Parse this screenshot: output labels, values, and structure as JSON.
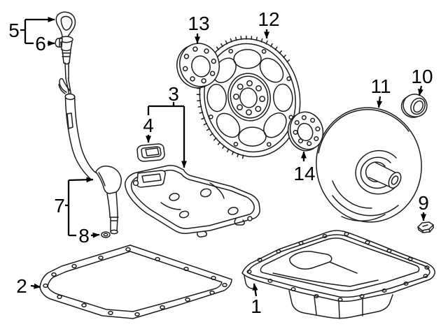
{
  "diagram": {
    "type": "auto-parts-exploded-diagram",
    "background": "#ffffff",
    "line_color": "#1d1d1d",
    "label_color": "#000000",
    "callouts": [
      {
        "label": "1"
      },
      {
        "label": "2"
      },
      {
        "label": "3"
      },
      {
        "label": "4"
      },
      {
        "label": "5"
      },
      {
        "label": "6"
      },
      {
        "label": "7"
      },
      {
        "label": "8"
      },
      {
        "label": "9"
      },
      {
        "label": "10"
      },
      {
        "label": "11"
      },
      {
        "label": "12"
      },
      {
        "label": "13"
      },
      {
        "label": "14"
      }
    ]
  }
}
